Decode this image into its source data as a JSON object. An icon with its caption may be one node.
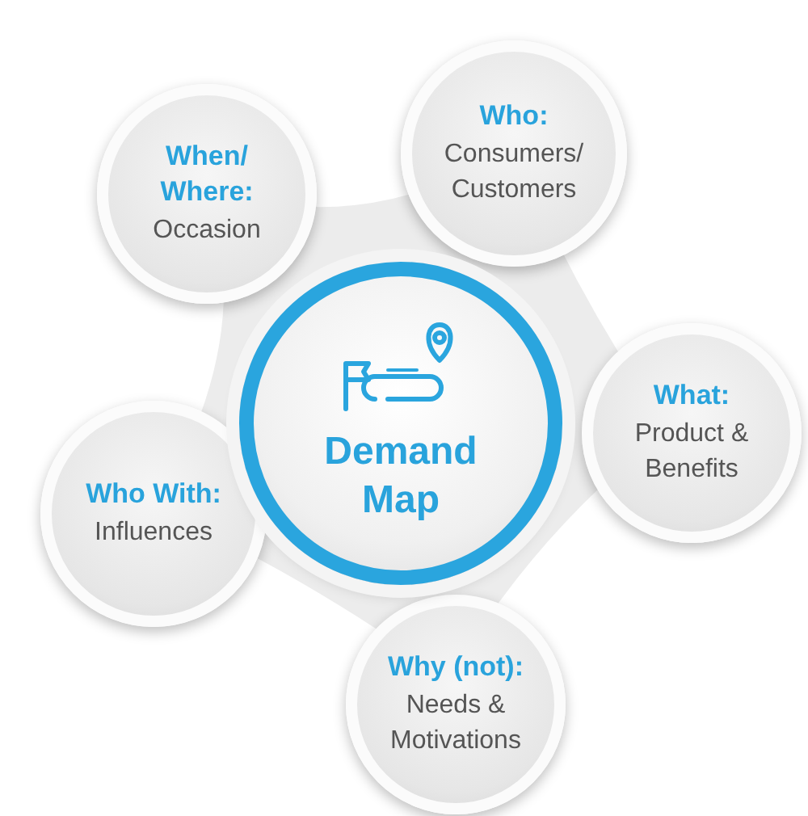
{
  "diagram": {
    "nodes": [
      {
        "text": [
          "When/ Where:",
          "Occasion"
        ]
      },
      {
        "text": [
          "Who:",
          "Consumers/ Customers"
        ]
      },
      {
        "text": [
          "Demand Map"
        ]
      },
      {
        "text": [
          "What:",
          "Product & Benefits"
        ]
      },
      {
        "text": [
          "Who With:",
          "Influences"
        ]
      },
      {
        "text": [
          "Why (not):",
          "Needs & Motivations"
        ]
      }
    ],
    "edges": []
  }
}
